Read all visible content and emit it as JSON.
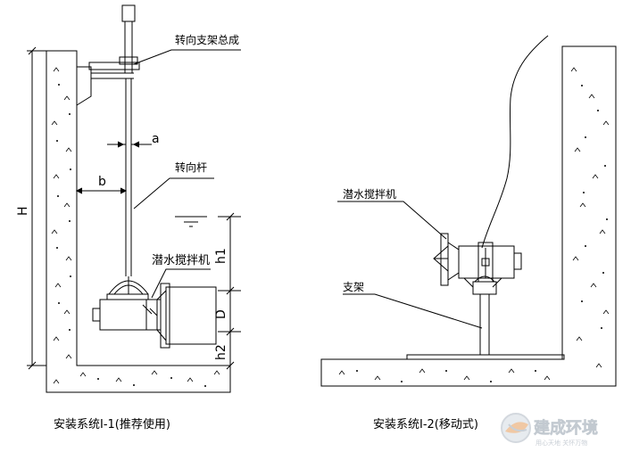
{
  "left_figure": {
    "label_bracket_assembly": "转向支架总成",
    "label_dim_a": "a",
    "label_dim_b": "b",
    "label_turning_rod": "转向杆",
    "label_mixer": "潜水搅拌机",
    "label_dim_H": "H",
    "label_dim_h1": "h1",
    "label_dim_D": "D",
    "label_dim_h2": "h2",
    "caption": "安装系统Ⅰ-1(推荐使用)"
  },
  "right_figure": {
    "label_mixer": "潜水搅拌机",
    "label_support": "支架",
    "caption": "安装系统Ⅰ-2(移动式)"
  },
  "logo": {
    "name": "建成环境",
    "slogan": "用心天地 关怀万物",
    "color_primary": "#d7dde3",
    "color_accent": "#e8a878"
  }
}
